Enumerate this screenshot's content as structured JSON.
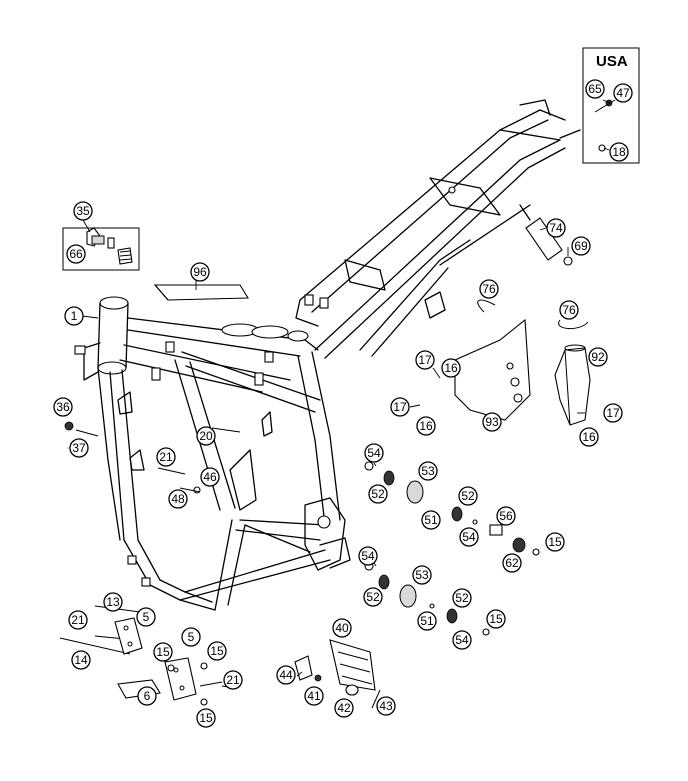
{
  "diagram": {
    "usa_box_label": "USA",
    "callouts": [
      {
        "id": "c-1",
        "label": "1"
      },
      {
        "id": "c-35",
        "label": "35"
      },
      {
        "id": "c-66",
        "label": "66"
      },
      {
        "id": "c-96",
        "label": "96"
      },
      {
        "id": "c-65",
        "label": "65"
      },
      {
        "id": "c-47",
        "label": "47"
      },
      {
        "id": "c-18",
        "label": "18"
      },
      {
        "id": "c-74",
        "label": "74"
      },
      {
        "id": "c-69",
        "label": "69"
      },
      {
        "id": "c-76a",
        "label": "76"
      },
      {
        "id": "c-76b",
        "label": "76"
      },
      {
        "id": "c-92",
        "label": "92"
      },
      {
        "id": "c-17a",
        "label": "17"
      },
      {
        "id": "c-16a",
        "label": "16"
      },
      {
        "id": "c-17b",
        "label": "17"
      },
      {
        "id": "c-16b",
        "label": "16"
      },
      {
        "id": "c-93",
        "label": "93"
      },
      {
        "id": "c-17c",
        "label": "17"
      },
      {
        "id": "c-16c",
        "label": "16"
      },
      {
        "id": "c-36",
        "label": "36"
      },
      {
        "id": "c-37",
        "label": "37"
      },
      {
        "id": "c-20",
        "label": "20"
      },
      {
        "id": "c-21a",
        "label": "21"
      },
      {
        "id": "c-46",
        "label": "46"
      },
      {
        "id": "c-48",
        "label": "48"
      },
      {
        "id": "c-54a",
        "label": "54"
      },
      {
        "id": "c-53a",
        "label": "53"
      },
      {
        "id": "c-52a",
        "label": "52"
      },
      {
        "id": "c-52b",
        "label": "52"
      },
      {
        "id": "c-51a",
        "label": "51"
      },
      {
        "id": "c-56",
        "label": "56"
      },
      {
        "id": "c-54b",
        "label": "54"
      },
      {
        "id": "c-15a",
        "label": "15"
      },
      {
        "id": "c-62",
        "label": "62"
      },
      {
        "id": "c-54c",
        "label": "54"
      },
      {
        "id": "c-53b",
        "label": "53"
      },
      {
        "id": "c-52c",
        "label": "52"
      },
      {
        "id": "c-52d",
        "label": "52"
      },
      {
        "id": "c-51b",
        "label": "51"
      },
      {
        "id": "c-15b",
        "label": "15"
      },
      {
        "id": "c-54d",
        "label": "54"
      },
      {
        "id": "c-13",
        "label": "13"
      },
      {
        "id": "c-5a",
        "label": "5"
      },
      {
        "id": "c-21b",
        "label": "21"
      },
      {
        "id": "c-5b",
        "label": "5"
      },
      {
        "id": "c-15c",
        "label": "15"
      },
      {
        "id": "c-15d",
        "label": "15"
      },
      {
        "id": "c-14",
        "label": "14"
      },
      {
        "id": "c-6",
        "label": "6"
      },
      {
        "id": "c-21c",
        "label": "21"
      },
      {
        "id": "c-15e",
        "label": "15"
      },
      {
        "id": "c-40",
        "label": "40"
      },
      {
        "id": "c-44",
        "label": "44"
      },
      {
        "id": "c-41",
        "label": "41"
      },
      {
        "id": "c-42",
        "label": "42"
      },
      {
        "id": "c-43",
        "label": "43"
      }
    ]
  }
}
